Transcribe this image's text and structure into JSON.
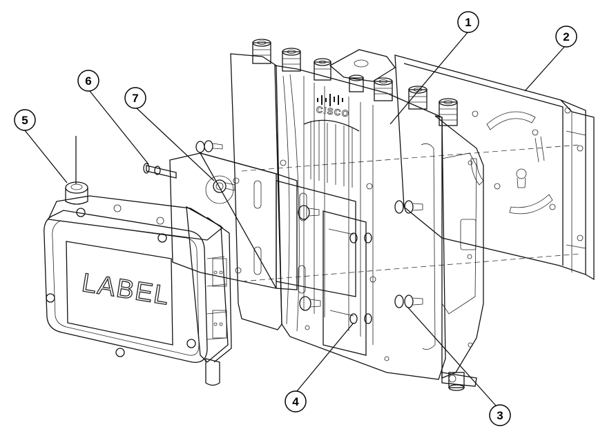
{
  "diagram": {
    "callouts": [
      {
        "id": 1,
        "label": "1"
      },
      {
        "id": 2,
        "label": "2"
      },
      {
        "id": 3,
        "label": "3"
      },
      {
        "id": 4,
        "label": "4"
      },
      {
        "id": 5,
        "label": "5"
      },
      {
        "id": 6,
        "label": "6"
      },
      {
        "id": 7,
        "label": "7"
      }
    ],
    "device_text": {
      "brand": "CISCO",
      "label_plate": "LABEL"
    }
  }
}
